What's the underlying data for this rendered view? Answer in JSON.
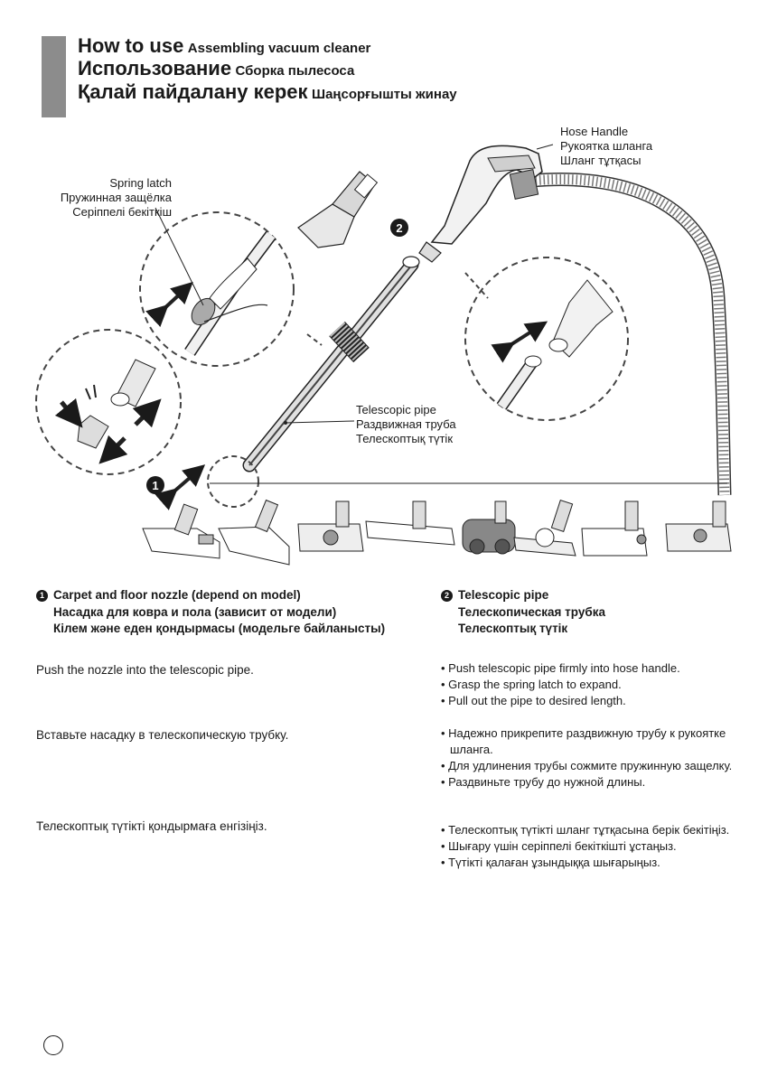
{
  "title": {
    "en_main": "How to use",
    "en_sub": "Assembling vacuum cleaner",
    "ru_main": "Использование",
    "ru_sub": "Сборка пылесоса",
    "kk_main": "Қалай пайдалану керек",
    "kk_sub": "Шаңсорғышты жинау"
  },
  "callouts": {
    "hose_handle": [
      "Hose Handle",
      "Рукоятка шланга",
      "Шланг тұтқасы"
    ],
    "spring_latch": [
      "Spring latch",
      "Пружинная защёлка",
      "Серіппелі бекіткіш"
    ],
    "telescopic_pipe": [
      "Telescopic pipe",
      "Раздвижная труба",
      "Телескоптық түтік"
    ],
    "marker_1": "1",
    "marker_2": "2"
  },
  "section1": {
    "number": "1",
    "heading": [
      "Carpet and floor nozzle (depend on model)",
      "Насадка для ковра и пола (зависит от модели)",
      "Кілем және еден қондырмасы (модельге байланысты)"
    ],
    "text_en": "Push the nozzle into the telescopic pipe.",
    "text_ru": "Вставьте насадку в телескопическую трубку.",
    "text_kk": "Телескоптық түтікті қондырмаға енгізіңіз."
  },
  "section2": {
    "number": "2",
    "heading": [
      "Telescopic pipe",
      "Телескопическая трубка",
      "Телескоптық түтік"
    ],
    "bullets_en": [
      "Push telescopic pipe firmly into hose handle.",
      "Grasp the spring latch to expand.",
      "Pull out the pipe to desired length."
    ],
    "bullets_ru": [
      "Надежно прикрепите раздвижную трубу к рукоятке шланга.",
      "Для удлинения трубы сожмите пружинную защелку.",
      "Раздвиньте трубу до нужной длины."
    ],
    "bullets_kk": [
      "Телескоптық түтікті шланг тұтқасына берік бекітіңіз.",
      "Шығару үшін серіппелі бекіткішті ұстаңыз.",
      "Түтікті қалаған ұзындыққа шығарыңыз."
    ]
  }
}
